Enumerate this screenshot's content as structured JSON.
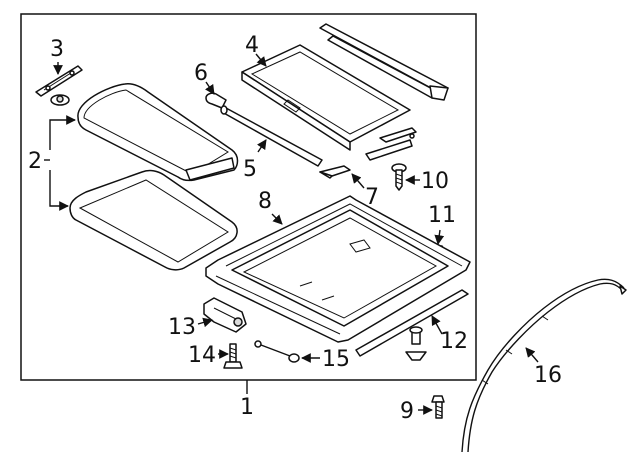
{
  "diagram": {
    "labels": {
      "c1": "1",
      "c2": "2",
      "c3": "3",
      "c4": "4",
      "c5": "5",
      "c6": "6",
      "c7": "7",
      "c8": "8",
      "c9": "9",
      "c10": "10",
      "c11": "11",
      "c12": "12",
      "c13": "13",
      "c14": "14",
      "c15": "15",
      "c16": "16"
    }
  }
}
